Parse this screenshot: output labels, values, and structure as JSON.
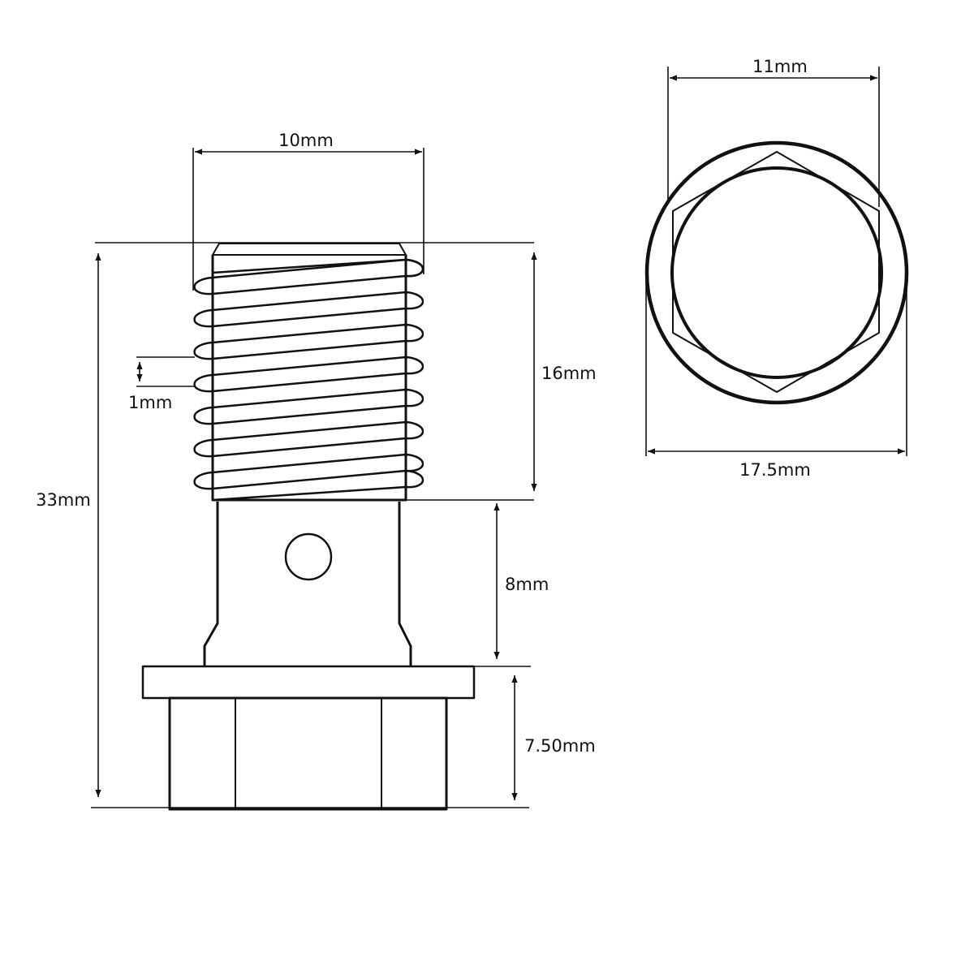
{
  "diagram": {
    "side_view": {
      "dim_width": "10mm",
      "dim_total_length": "33mm",
      "dim_thread_length": "16mm",
      "dim_thread_pitch": "1mm",
      "dim_neck_length": "8mm",
      "dim_head_height": "7.50mm"
    },
    "top_view": {
      "dim_hex_across_flats": "11mm",
      "dim_flange_diameter": "17.5mm"
    },
    "colors": {
      "line": "#111111",
      "background": "#ffffff"
    }
  }
}
